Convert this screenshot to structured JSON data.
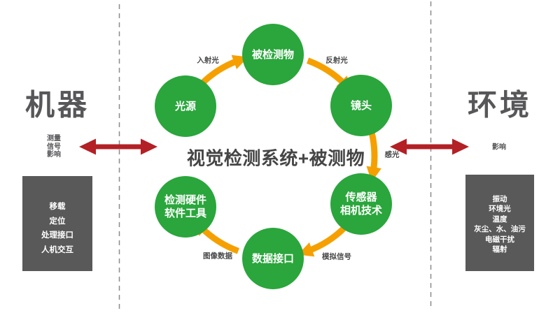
{
  "left_panel": {
    "title": "机器",
    "arrow_labels": [
      "测量",
      "信号",
      "影响"
    ],
    "box_items": [
      "移载",
      "定位",
      "处理接口",
      "人机交互"
    ]
  },
  "right_panel": {
    "title": "环境",
    "arrow_label": "影响",
    "box_items": [
      "振动",
      "环境光",
      "温度",
      "灰尘、水、油污",
      "电磁干扰",
      "辐射"
    ]
  },
  "diagram": {
    "center_title": "视觉检测系统+被测物",
    "nodes": [
      {
        "id": "light-source",
        "lines": [
          "光源"
        ]
      },
      {
        "id": "inspected-object",
        "lines": [
          "被检测物"
        ]
      },
      {
        "id": "lens",
        "lines": [
          "镜头"
        ]
      },
      {
        "id": "sensor-camera",
        "lines": [
          "传感器",
          "相机技术"
        ]
      },
      {
        "id": "data-interface",
        "lines": [
          "数据接口"
        ]
      },
      {
        "id": "inspection-tools",
        "lines": [
          "检测硬件",
          "软件工具"
        ]
      }
    ],
    "flow_labels": {
      "incident_light": "入射光",
      "reflected_light": "反射光",
      "photosensing": "感光",
      "analog_signal": "模拟信号",
      "image_data": "图像数据"
    }
  },
  "colors": {
    "node_green": "#2aa63c",
    "arrow_orange": "#f5a000",
    "arrow_red": "#b32025",
    "box_gray": "#595959",
    "text_gray": "#57575a",
    "title_gray": "#454545",
    "dashed_line_gray": "#8a8a8a"
  }
}
